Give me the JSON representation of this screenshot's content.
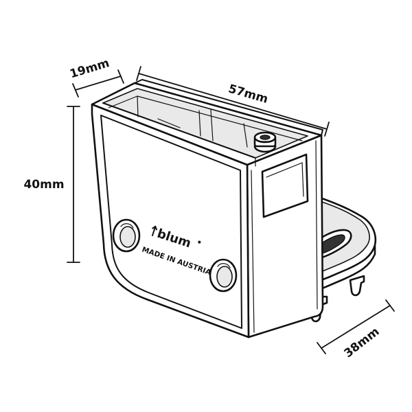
{
  "dimensions": {
    "depth": "19mm",
    "width": "57mm",
    "height": "40mm",
    "arm": "38mm"
  },
  "part": {
    "brand": "blum",
    "engraving": "MADE IN AUSTRIA"
  }
}
